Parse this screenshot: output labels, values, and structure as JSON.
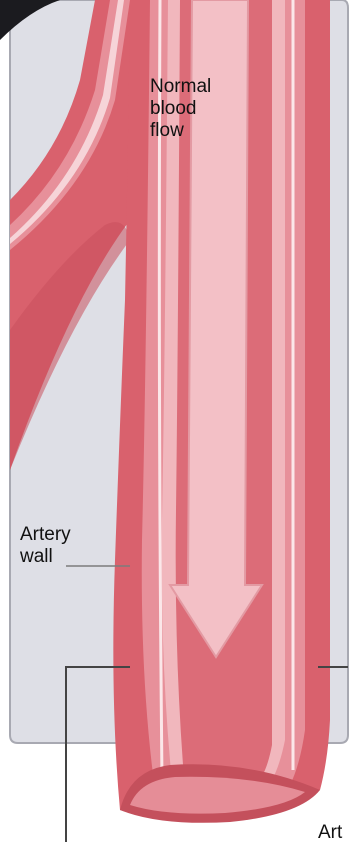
{
  "labels": {
    "flow": [
      "Normal",
      "blood",
      "flow"
    ],
    "wall": [
      "Artery",
      "wall"
    ],
    "cut": "Art"
  },
  "colors": {
    "panel": "#dedfe6",
    "panel_border": "#a8a9b2",
    "artery_outer": "#d9616d",
    "artery_mid": "#e7909a",
    "artery_inner": "#f1b7bd",
    "lumen": "#dc6c78",
    "arrow": "#f3c0c6",
    "arrow_edge": "#e39aa3",
    "line": "#444444"
  }
}
